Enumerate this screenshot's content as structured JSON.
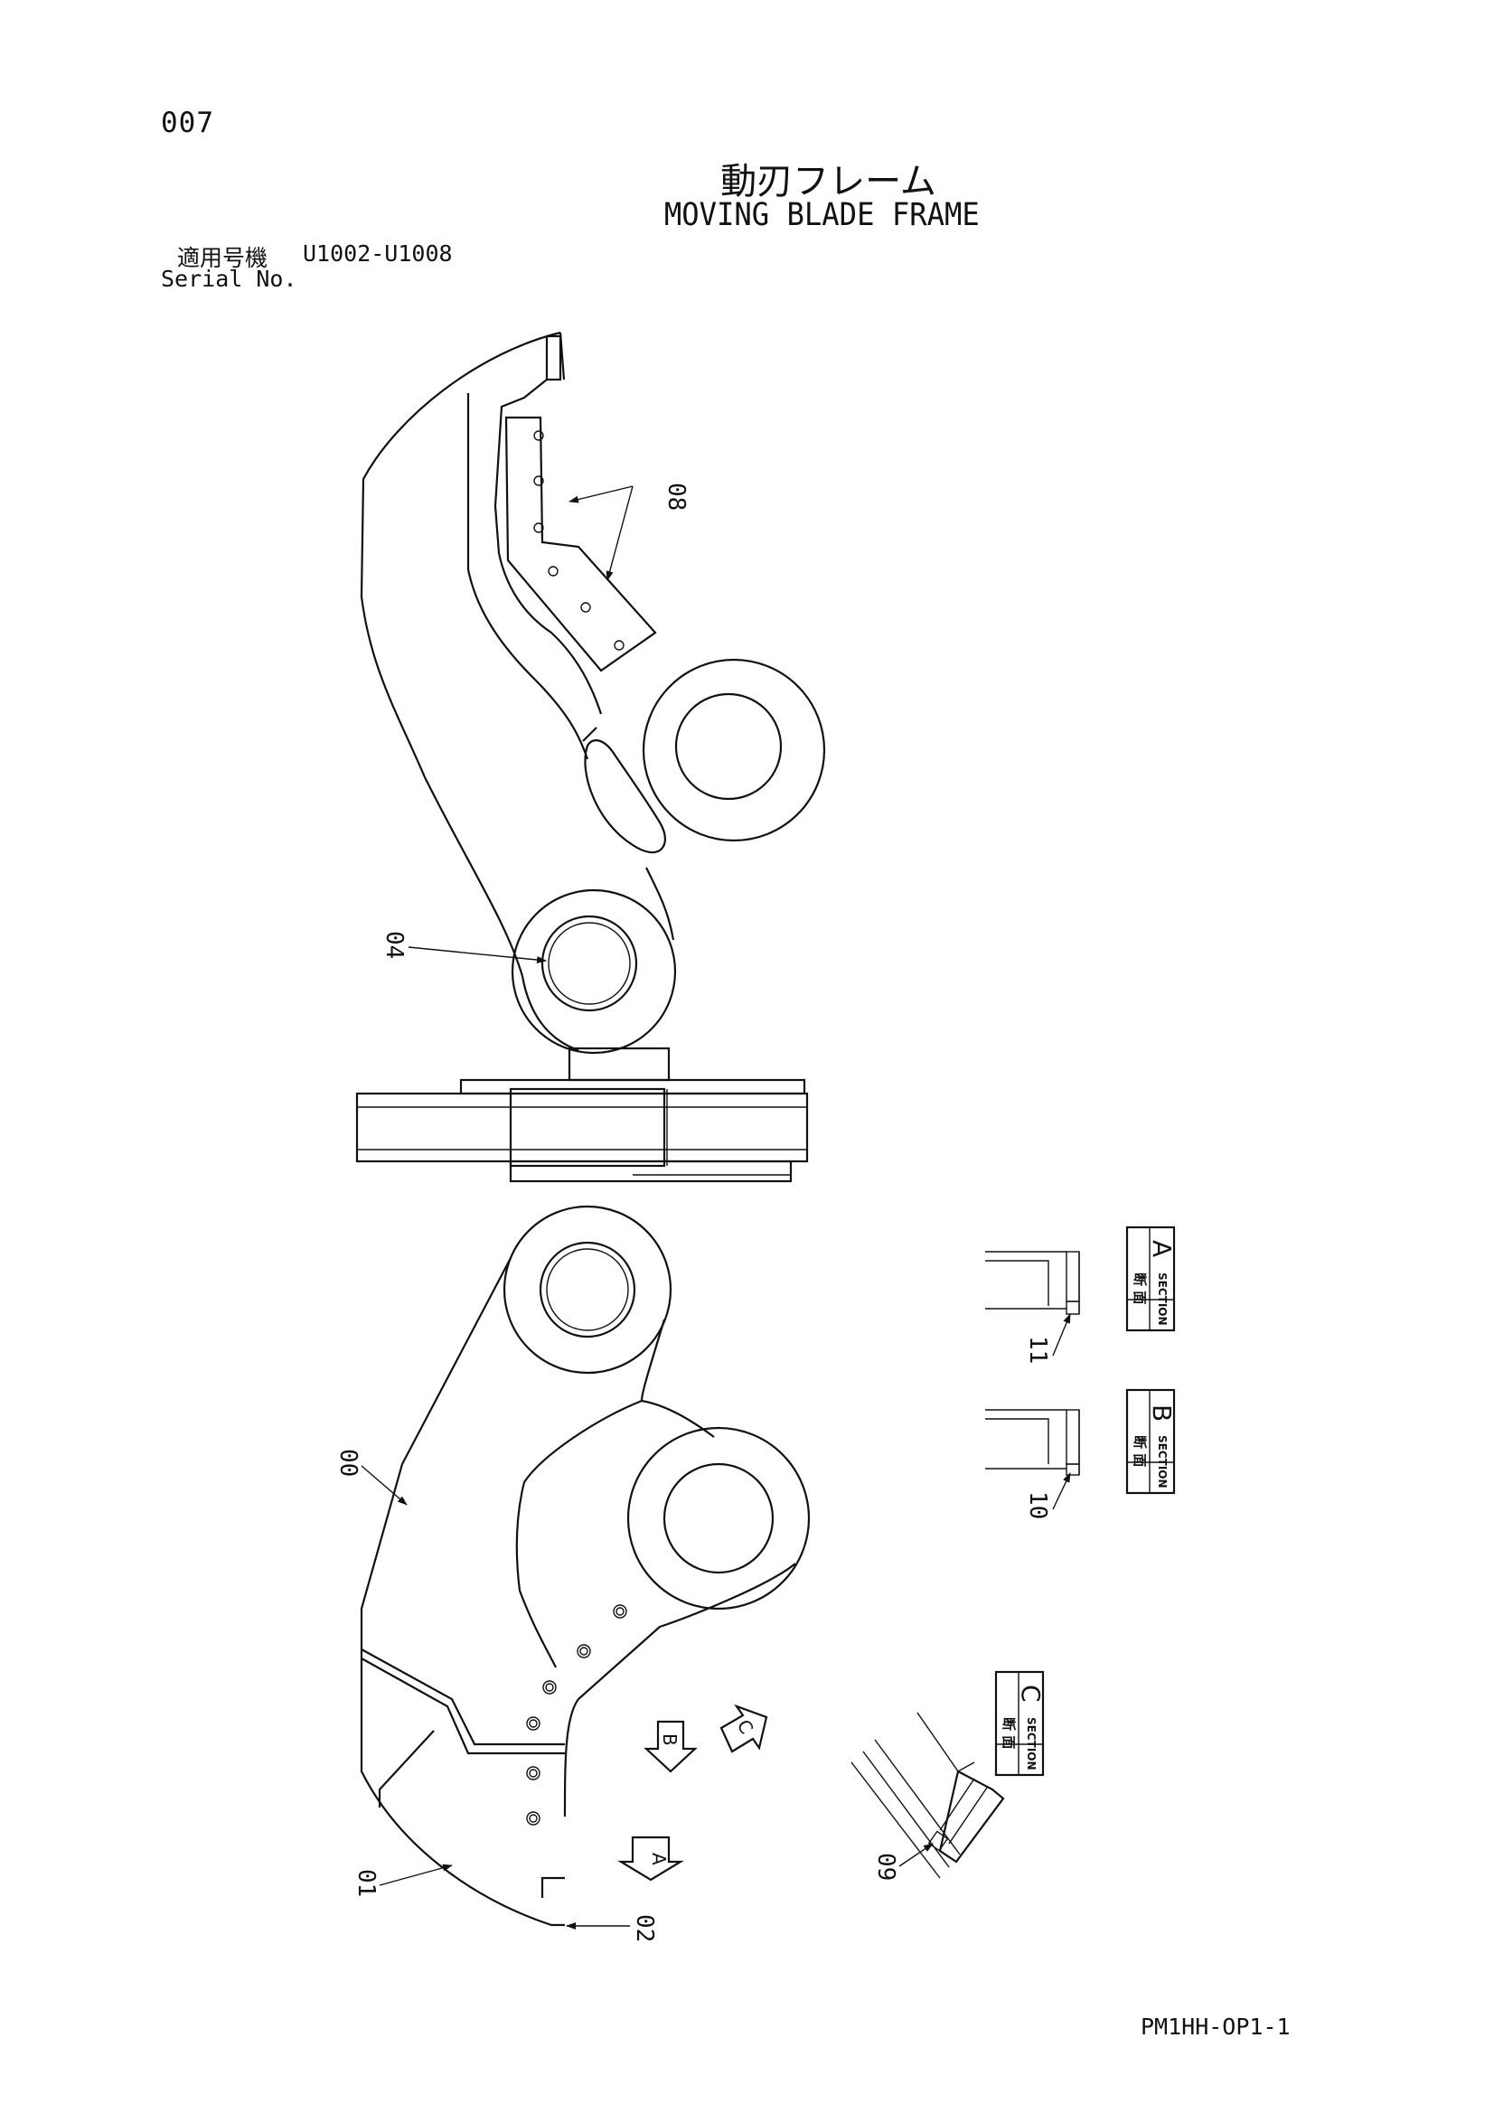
{
  "header": {
    "page_no": "007",
    "title_jp": "動刃フレーム",
    "title_en": "MOVING BLADE FRAME",
    "serial_label_jp": "適用号機",
    "serial_range": "U1002-U1008",
    "serial_label_en": "Serial No."
  },
  "callouts": {
    "part_08": "08",
    "part_04": "04",
    "part_00": "00",
    "part_01": "01",
    "part_02": "02",
    "part_09": "09",
    "part_10": "10",
    "part_11": "11"
  },
  "sections": {
    "a": {
      "letter": "A",
      "jp": "断 面",
      "en": "SECTION"
    },
    "b": {
      "letter": "B",
      "jp": "断 面",
      "en": "SECTION"
    },
    "c": {
      "letter": "C",
      "jp": "断 面",
      "en": "SECTION"
    }
  },
  "view_arrows": {
    "a": "A",
    "b": "B",
    "c": "C"
  },
  "footer": {
    "doc_code": "PM1HH-OP1-1"
  }
}
